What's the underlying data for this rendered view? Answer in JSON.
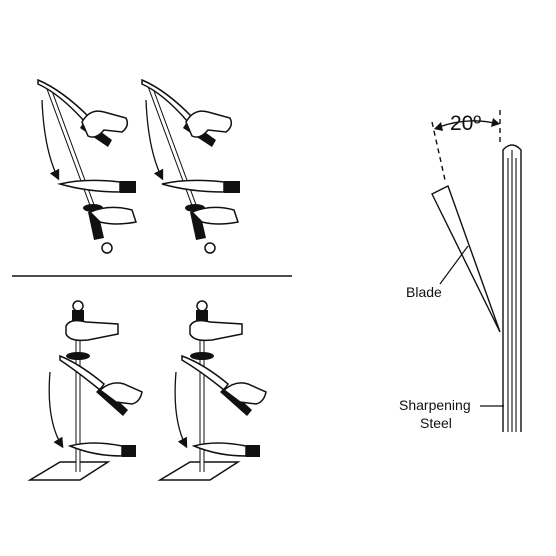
{
  "labels": {
    "angle": "20º",
    "blade": "Blade",
    "steel_line1": "Sharpening",
    "steel_line2": "Steel"
  },
  "colors": {
    "ink": "#111111",
    "paper": "#ffffff"
  },
  "icons": [
    "knife-icon",
    "sharpening-steel-icon",
    "hand-icon",
    "motion-arrow-icon"
  ]
}
